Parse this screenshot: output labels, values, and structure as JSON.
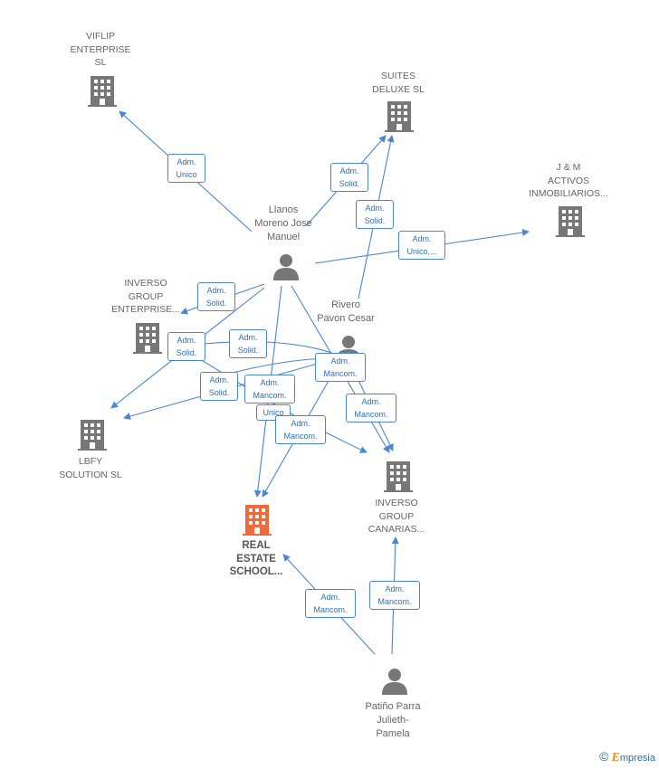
{
  "colors": {
    "edge": "#4a86d4",
    "company_icon": "#777777",
    "highlight_icon": "#f26a3b",
    "person_icon": "#777777"
  },
  "companies": {
    "viflip": "VIFLIP\nENTERPRISE\nSL",
    "suites": "SUITES\nDELUXE  SL",
    "jm": "J & M\nACTIVOS\nINMOBILIARIOS...",
    "inverso_ent": "INVERSO\nGROUP\nENTERPRISE...",
    "lbfy": "LBFY\nSOLUTION  SL",
    "real_estate": "REAL\nESTATE\nSCHOOL...",
    "inverso_can": "INVERSO\nGROUP\nCANARIAS..."
  },
  "persons": {
    "llanos": "Llanos\nMoreno Jose\nManuel",
    "rivero": "Rivero\nPavon Cesar",
    "patino": "Patiño Parra\nJulieth-\nPamela"
  },
  "edge_labels": {
    "l_viflip": "Adm.\nUnico",
    "l_suites": "Adm.\nSolid.",
    "r_suites": "Adm.\nSolid.",
    "l_jm": "Adm.\nUnico,...",
    "l_inverso_ent": "Adm.\nSolid.",
    "l_lbfy_1": "Adm.\nSolid.",
    "l_lbfy_2": "Adm.\nSolid.",
    "r_lbfy": "Adm.\nSolid.",
    "r_mancom_1": "Adm.\nMancom.",
    "r_mancom_2": "Adm.\nMancom.",
    "unico": "Unico",
    "l_mancom": "Adm.\nMancom.",
    "r_inverso_can": "Adm.\nMancom.",
    "p_real": "Adm.\nMancom.",
    "p_can": "Adm.\nMancom."
  },
  "brand": {
    "copyright": "©",
    "e": "E",
    "rest": "mpresia"
  }
}
